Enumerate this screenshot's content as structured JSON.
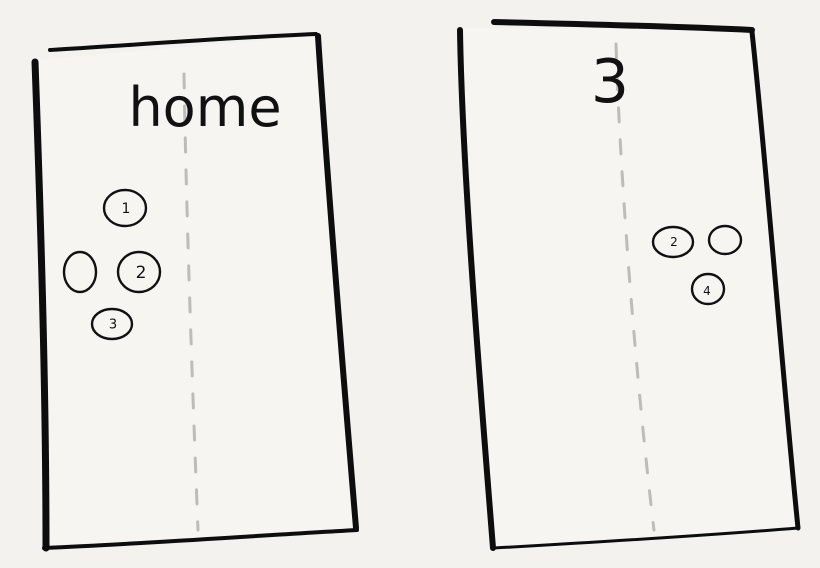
{
  "panels": [
    {
      "id": "left",
      "label": "home",
      "players": [
        {
          "label": "1"
        },
        {
          "label": ""
        },
        {
          "label": "2"
        },
        {
          "label": "3"
        }
      ]
    },
    {
      "id": "right",
      "label": "3",
      "players": [
        {
          "label": "2"
        },
        {
          "label": ""
        },
        {
          "label": "4"
        }
      ]
    }
  ]
}
